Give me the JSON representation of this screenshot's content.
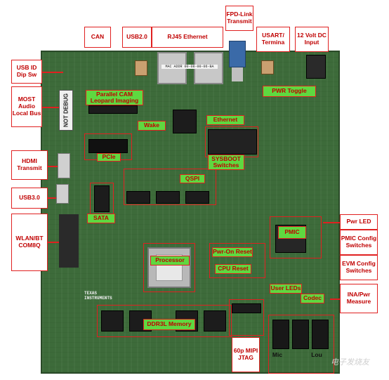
{
  "labels": {
    "can": "CAN",
    "usb2": "USB2.0",
    "rj45": "RJ45 Ethernet",
    "fpd": "FPD-Link Transmit",
    "usart": "USART/ Termina",
    "dc": "12 Volt DC Input",
    "usbid": "USB ID Dip Sw",
    "most": "MOST Audio Local Bus",
    "hdmi": "HDMI Transmit",
    "usb3": "USB3.0",
    "wlan": "WLAN/BT COM8Q",
    "pwrled": "Pwr LED",
    "pmiccfg": "PMIC Config Switches",
    "evmcfg": "EVM Config Switches",
    "ina": "INA/Pwr Measure",
    "mipi": "60p MIPI JTAG",
    "mic": "Mic",
    "lou": "Lou"
  },
  "tags": {
    "parallel_cam": "Parallel CAM Leopard Imaging",
    "wake": "Wake",
    "ethernet": "Ethernet",
    "pwr_toggle": "PWR Toggle",
    "pcie": "PCIe",
    "sysboot": "SYSBOOT Switches",
    "qspi": "QSPI",
    "sata": "SATA",
    "pmic": "PMIC",
    "pwr_on_reset": "Pwr-On Reset",
    "cpu_reset": "CPU Reset",
    "processor": "Processor",
    "user_leds": "User LEDs",
    "codec": "Codec",
    "ddr3l": "DDR3L Memory"
  },
  "board": {
    "not_debug": "NOT DEBUG",
    "mac_addr": "MAC ADDR 00-08-00-06-BA",
    "brand": "TEXAS INSTRUMENTS"
  },
  "watermark": "电子发烧友"
}
